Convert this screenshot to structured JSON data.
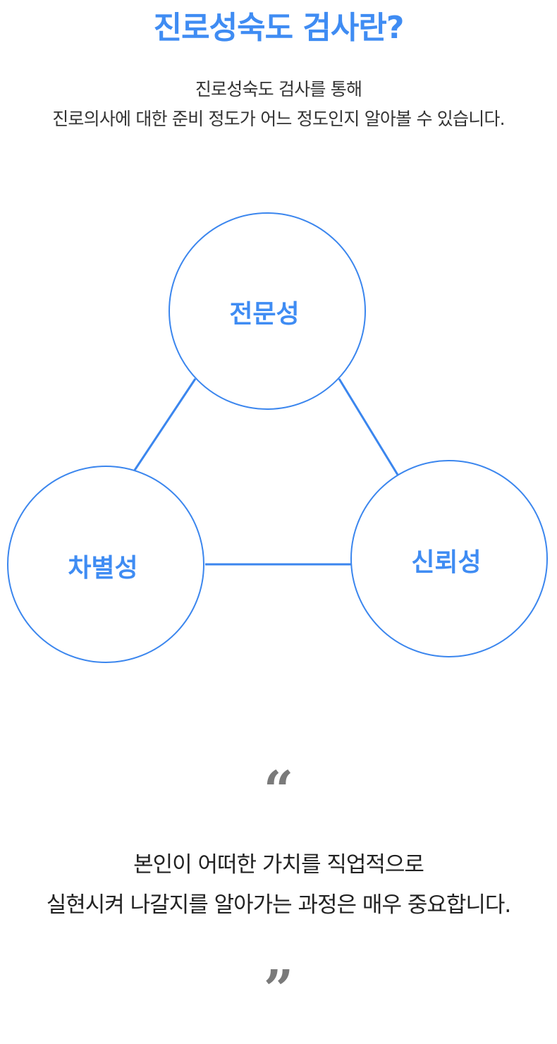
{
  "header": {
    "title": "진로성숙도 검사란?",
    "subtitle_line1": "진로성숙도 검사를 통해",
    "subtitle_line2": "진로의사에 대한 준비 정도가 어느 정도인지 알아볼 수 있습니다."
  },
  "diagram": {
    "nodes": {
      "top": "전문성",
      "left": "차별성",
      "right": "신뢰성"
    },
    "colors": {
      "accent": "#3f8cf3",
      "line": "#3b86ee"
    }
  },
  "quote": {
    "open_mark": "“",
    "line1": "본인이 어떠한 가치를 직업적으로",
    "line2": "실현시켜 나갈지를 알아가는 과정은 매우 중요합니다.",
    "close_mark": "”"
  }
}
